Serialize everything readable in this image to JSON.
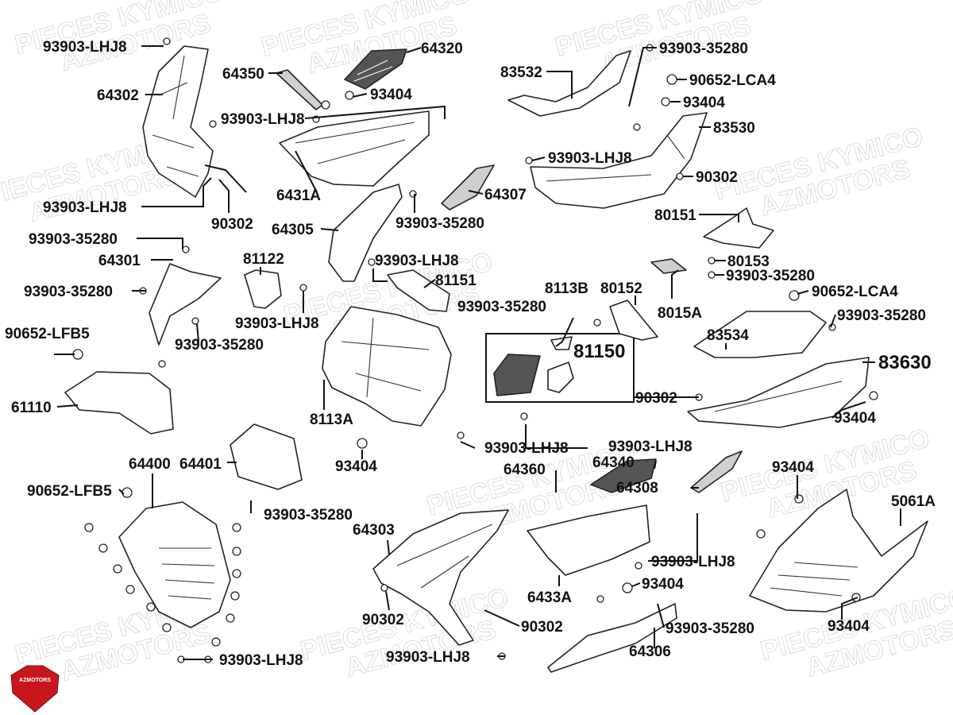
{
  "watermark": {
    "line1": "PIECES KYMICO",
    "line2": "AZMOTORS"
  },
  "logo": {
    "name": "AZMOTORS",
    "color": "#c8161d"
  },
  "labels": [
    "93903-LHJ8",
    "64302",
    "93903-LHJ8",
    "90302",
    "64350",
    "64320",
    "93404",
    "93903-LHJ8",
    "6431A",
    "83532",
    "93903-35280",
    "90652-LCA4",
    "93404",
    "83530",
    "93903-LHJ8",
    "90302",
    "64307",
    "93903-35280",
    "64305",
    "80151",
    "93903-35280",
    "64301",
    "93903-35280",
    "81122",
    "93903-LHJ8",
    "93903-35280",
    "93903-LHJ8",
    "81151",
    "80153",
    "93903-35280",
    "8113B",
    "80152",
    "90652-LCA4",
    "93903-35280",
    "8015A",
    "93903-35280",
    "83534",
    "81150",
    "83630",
    "90652-LFB5",
    "61110",
    "8113A",
    "90302",
    "93404",
    "93404",
    "93903-LHJ8",
    "93903-LHJ8",
    "64360",
    "64340",
    "64401",
    "64400",
    "90652-LFB5",
    "93903-35280",
    "64308",
    "93404",
    "5061A",
    "64303",
    "6433A",
    "93903-LHJ8",
    "93404",
    "90302",
    "90302",
    "93903-35280",
    "64306",
    "93903-LHJ8",
    "93903-LHJ8",
    "93404"
  ]
}
